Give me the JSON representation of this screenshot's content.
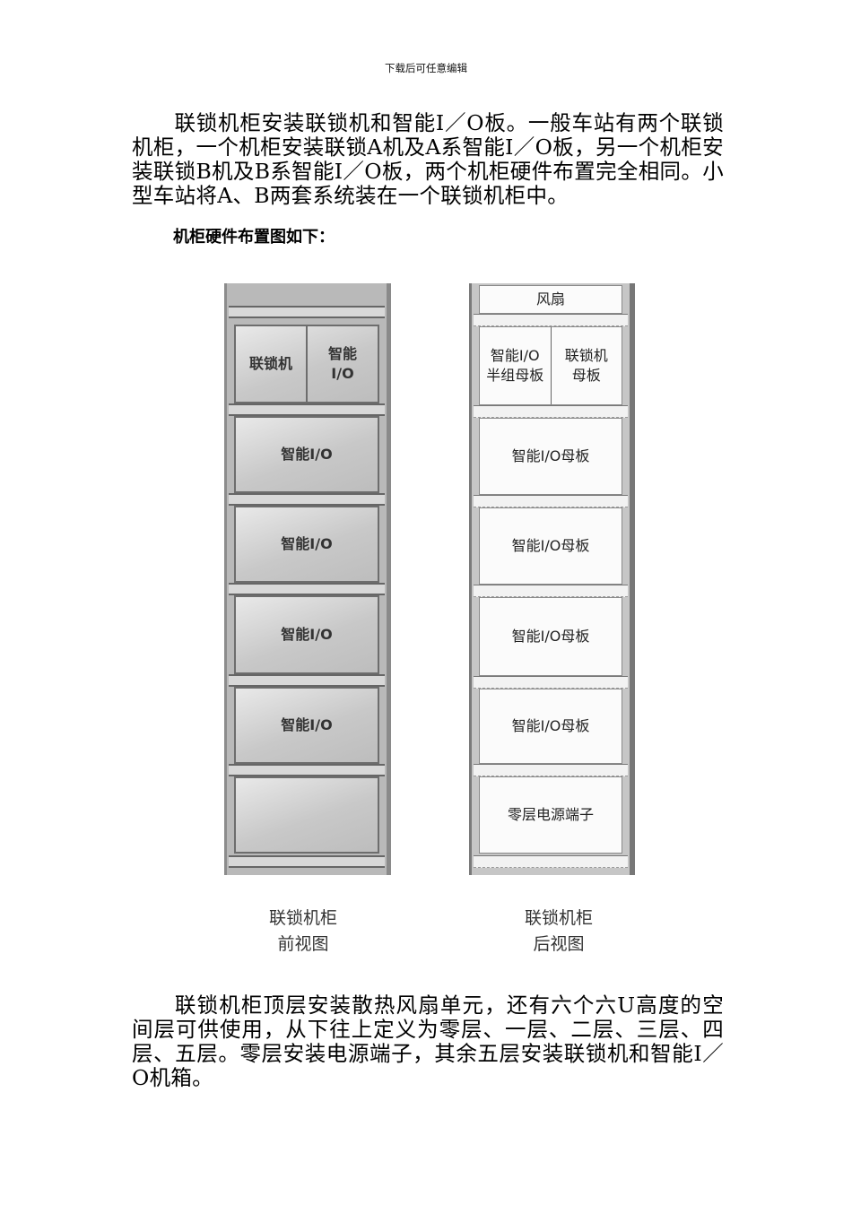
{
  "header": "下载后可任意编辑",
  "paragraph1": "联锁机柜安装联锁机和智能I／O板。一般车站有两个联锁机柜，一个机柜安装联锁A机及A系智能I／O板，另一个机柜安装联锁B机及B系智能I／O板，两个机柜硬件布置完全相同。小型车站将A、B两套系统装在一个联锁机柜中。",
  "figure_intro": "机柜硬件布置图如下：",
  "figure": {
    "front": {
      "top_left": "联锁机",
      "top_right": "智能\nI/O",
      "slots": [
        "智能I/O",
        "智能I/O",
        "智能I/O",
        "智能I/O",
        ""
      ],
      "caption_line1": "联锁机柜",
      "caption_line2": "前视图"
    },
    "back": {
      "fan": "风扇",
      "top_left": "智能I/O\n半组母板",
      "top_right": "联锁机\n母板",
      "slots": [
        "智能I/O母板",
        "智能I/O母板",
        "智能I/O母板",
        "智能I/O母板",
        "零层电源端子"
      ],
      "caption_line1": "联锁机柜",
      "caption_line2": "后视图"
    }
  },
  "paragraph2": "联锁机柜顶层安装散热风扇单元，还有六个六U高度的空间层可供使用，从下往上定义为零层、一层、二层、三层、四层、五层。零层安装电源端子，其余五层安装联锁机和智能I／O机箱。"
}
